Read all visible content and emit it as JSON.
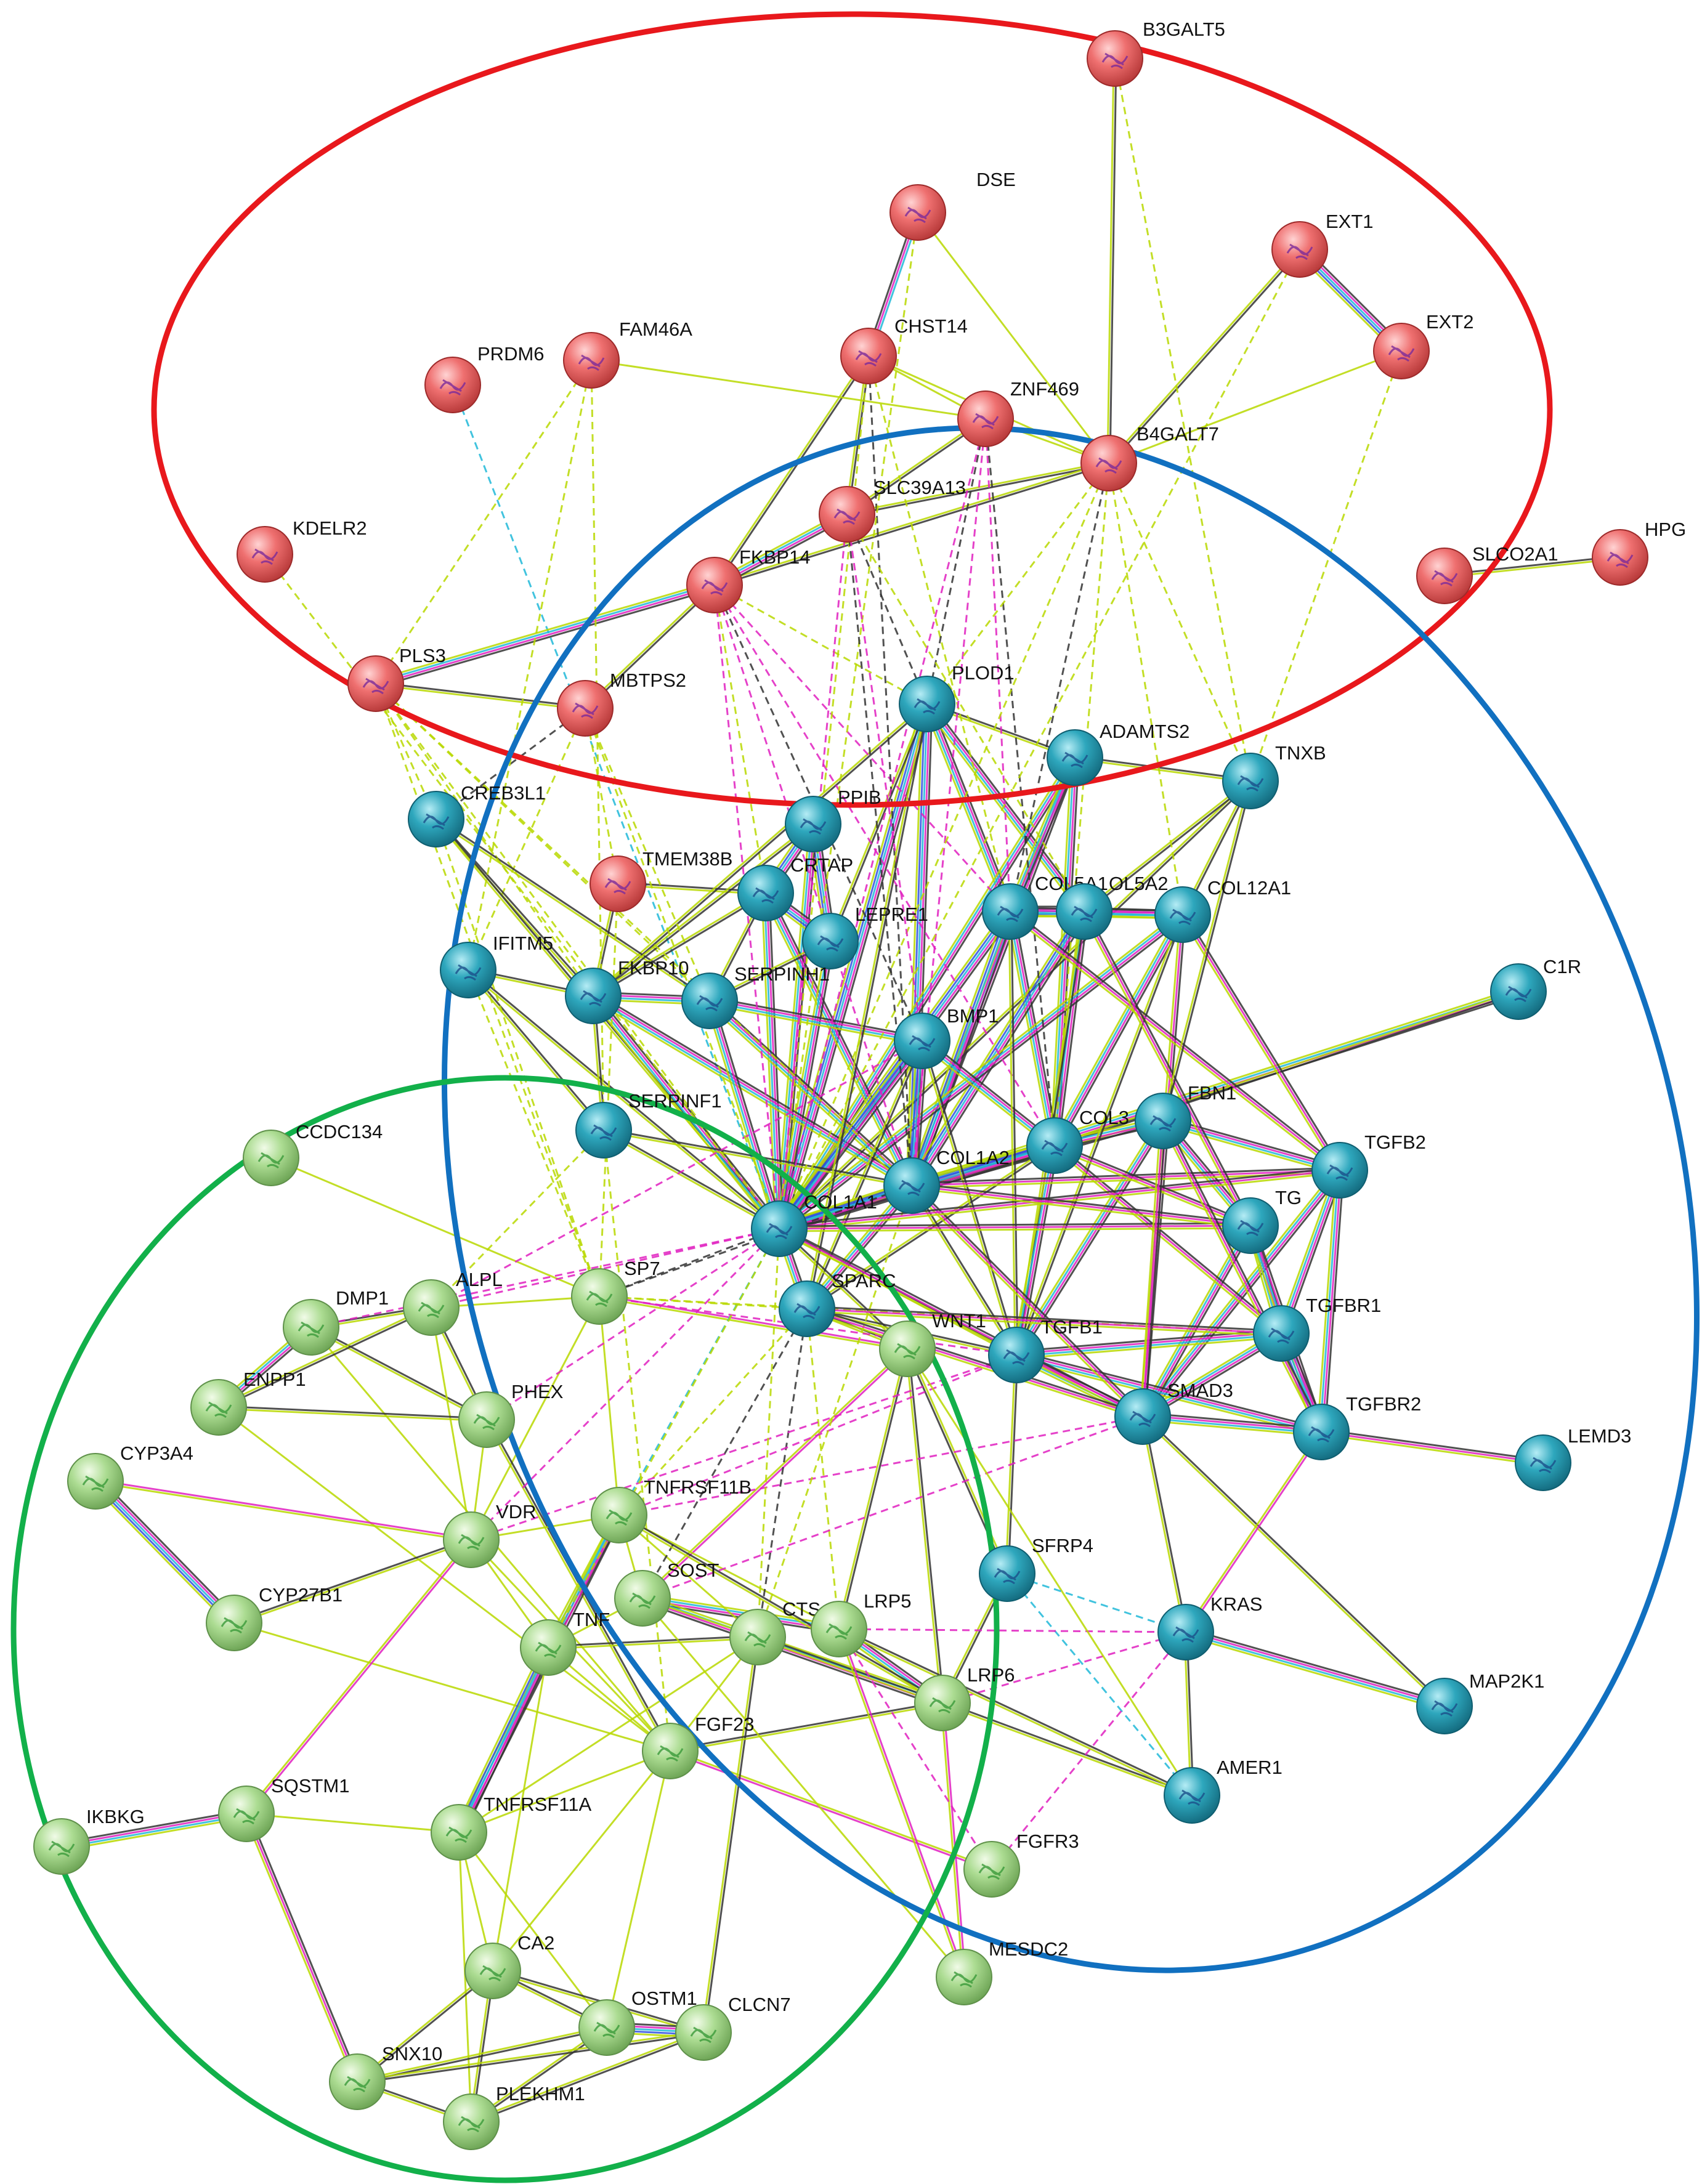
{
  "network": {
    "nodes": [
      {
        "id": "B3GALT5",
        "group": "red",
        "label": "B3GALT5"
      },
      {
        "id": "DSE",
        "group": "red",
        "label": "DSE"
      },
      {
        "id": "EXT1",
        "group": "red",
        "label": "EXT1"
      },
      {
        "id": "EXT2",
        "group": "red",
        "label": "EXT2"
      },
      {
        "id": "CHST14",
        "group": "red",
        "label": "CHST14"
      },
      {
        "id": "FAM46A",
        "group": "red",
        "label": "FAM46A"
      },
      {
        "id": "PRDM6",
        "group": "red",
        "label": "PRDM6"
      },
      {
        "id": "ZNF469",
        "group": "red",
        "label": "ZNF469"
      },
      {
        "id": "B4GALT7",
        "group": "red",
        "label": "B4GALT7"
      },
      {
        "id": "SLC39A13",
        "group": "red",
        "label": "SLC39A13"
      },
      {
        "id": "KDELR2",
        "group": "red",
        "label": "KDELR2"
      },
      {
        "id": "FKBP14",
        "group": "red",
        "label": "FKBP14"
      },
      {
        "id": "SLCO2A1",
        "group": "red",
        "label": "SLCO2A1"
      },
      {
        "id": "HPGD",
        "group": "red",
        "label": "HPG"
      },
      {
        "id": "PLS3",
        "group": "red",
        "label": "PLS3"
      },
      {
        "id": "MBTPS2",
        "group": "red",
        "label": "MBTPS2"
      },
      {
        "id": "TMEM38B",
        "group": "red",
        "label": "TMEM38B"
      },
      {
        "id": "PLOD1",
        "group": "blue",
        "label": "PLOD1"
      },
      {
        "id": "ADAMTS2",
        "group": "blue",
        "label": "ADAMTS2"
      },
      {
        "id": "TNXB",
        "group": "blue",
        "label": "TNXB"
      },
      {
        "id": "CREB3L1",
        "group": "blue",
        "label": "CREB3L1"
      },
      {
        "id": "PPIB",
        "group": "blue",
        "label": "PPIB"
      },
      {
        "id": "CRTAP",
        "group": "blue",
        "label": "CRTAP"
      },
      {
        "id": "COL5A1",
        "group": "blue",
        "label": "COL5A1"
      },
      {
        "id": "COL5A2",
        "group": "blue",
        "label": "OL5A2"
      },
      {
        "id": "COL12A1",
        "group": "blue",
        "label": "COL12A1"
      },
      {
        "id": "LEPRE1",
        "group": "blue",
        "label": "LEPRE1"
      },
      {
        "id": "IFITM5",
        "group": "blue",
        "label": "IFITM5"
      },
      {
        "id": "FKBP10",
        "group": "blue",
        "label": "FKBP10"
      },
      {
        "id": "SERPINH1",
        "group": "blue",
        "label": "SERPINH1"
      },
      {
        "id": "C1R",
        "group": "blue",
        "label": "C1R"
      },
      {
        "id": "BMP1",
        "group": "blue",
        "label": "BMP1"
      },
      {
        "id": "SERPINF1",
        "group": "blue",
        "label": "SERPINF1"
      },
      {
        "id": "FBN1",
        "group": "blue",
        "label": "FBN1"
      },
      {
        "id": "COL3A1",
        "group": "blue",
        "label": "COL3"
      },
      {
        "id": "TGFB2",
        "group": "blue",
        "label": "TGFB2"
      },
      {
        "id": "COL1A2",
        "group": "blue",
        "label": "COL1A2"
      },
      {
        "id": "COL1A1",
        "group": "blue",
        "label": "COL1A1"
      },
      {
        "id": "TGFB3",
        "group": "blue",
        "label": "TG"
      },
      {
        "id": "SPARC",
        "group": "blue",
        "label": "SPARC"
      },
      {
        "id": "TGFB1",
        "group": "blue",
        "label": "TGFB1"
      },
      {
        "id": "TGFBR1",
        "group": "blue",
        "label": "TGFBR1"
      },
      {
        "id": "SMAD3",
        "group": "blue",
        "label": "SMAD3"
      },
      {
        "id": "TGFBR2",
        "group": "blue",
        "label": "TGFBR2"
      },
      {
        "id": "LEMD3",
        "group": "blue",
        "label": "LEMD3"
      },
      {
        "id": "SFRP4",
        "group": "blue",
        "label": "SFRP4"
      },
      {
        "id": "KRAS",
        "group": "blue",
        "label": "KRAS"
      },
      {
        "id": "MAP2K1",
        "group": "blue",
        "label": "MAP2K1"
      },
      {
        "id": "AMER1",
        "group": "blue",
        "label": "AMER1"
      },
      {
        "id": "CCDC134",
        "group": "green",
        "label": "CCDC134"
      },
      {
        "id": "DMP1",
        "group": "green",
        "label": "DMP1"
      },
      {
        "id": "ALPL",
        "group": "green",
        "label": "ALPL"
      },
      {
        "id": "SP7",
        "group": "green",
        "label": "SP7"
      },
      {
        "id": "ENPP1",
        "group": "green",
        "label": "ENPP1"
      },
      {
        "id": "PHEX",
        "group": "green",
        "label": "PHEX"
      },
      {
        "id": "WNT1",
        "group": "green",
        "label": "WNT1"
      },
      {
        "id": "CYP3A4",
        "group": "green",
        "label": "CYP3A4"
      },
      {
        "id": "TNFRSF11B",
        "group": "green",
        "label": "TNFRSF11B"
      },
      {
        "id": "VDR",
        "group": "green",
        "label": "VDR"
      },
      {
        "id": "CYP27B1",
        "group": "green",
        "label": "CYP27B1"
      },
      {
        "id": "SOST",
        "group": "green",
        "label": "SOST"
      },
      {
        "id": "TNFSF11",
        "group": "green",
        "label": "TNF"
      },
      {
        "id": "CTSK",
        "group": "green",
        "label": "CTS"
      },
      {
        "id": "LRP5",
        "group": "green",
        "label": "LRP5"
      },
      {
        "id": "LRP6",
        "group": "green",
        "label": "LRP6"
      },
      {
        "id": "FGF23",
        "group": "green",
        "label": "FGF23"
      },
      {
        "id": "IKBKG",
        "group": "green",
        "label": "IKBKG"
      },
      {
        "id": "SQSTM1",
        "group": "green",
        "label": "SQSTM1"
      },
      {
        "id": "TNFRSF11A",
        "group": "green",
        "label": "TNFRSF11A"
      },
      {
        "id": "FGFR3",
        "group": "green",
        "label": "FGFR3"
      },
      {
        "id": "MESDC2",
        "group": "green",
        "label": "MESDC2"
      },
      {
        "id": "CA2",
        "group": "green",
        "label": "CA2"
      },
      {
        "id": "OSTM1",
        "group": "green",
        "label": "OSTM1"
      },
      {
        "id": "CLCN7",
        "group": "green",
        "label": "CLCN7"
      },
      {
        "id": "SNX10",
        "group": "green",
        "label": "SNX10"
      },
      {
        "id": "PLEKHM1",
        "group": "green",
        "label": "PLEKHM1"
      }
    ],
    "colors": {
      "red_cluster": "#e8181c",
      "blue_cluster": "#1170c0",
      "green_cluster": "#12b04a",
      "node_red": "#ee6b6b",
      "node_blue": "#2a9fb5",
      "node_green": "#a6d98c",
      "edge_lime": "#b8d800",
      "edge_black": "#333333",
      "edge_magenta": "#e020c0",
      "edge_cyan": "#20b8d8",
      "edge_blue": "#3050e0",
      "edge_green": "#30a030"
    }
  }
}
